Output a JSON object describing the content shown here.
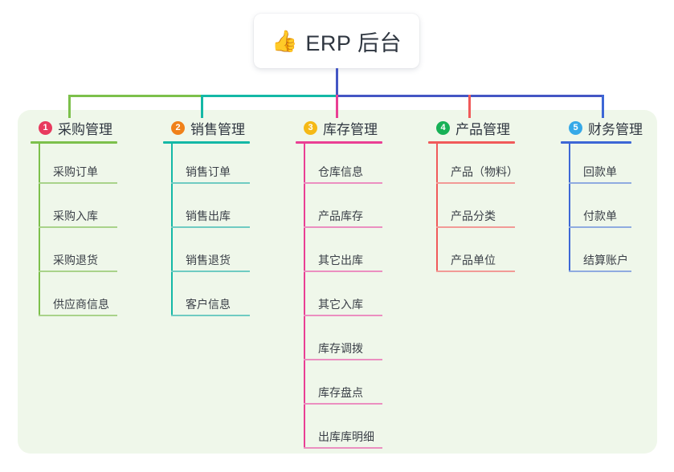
{
  "root": {
    "icon": "thumbs-up-icon",
    "emoji": "👍",
    "title": "ERP 后台"
  },
  "palette": {
    "panel_bg": "#eff7ea",
    "trunk": "#4456c4",
    "text": "#2f3640",
    "leaf_text": "#3a3f47"
  },
  "columns": [
    {
      "index": "1",
      "title": "采购管理",
      "color": "#7cc04b",
      "badge_color": "#e83a5e",
      "leaf_rule_color": "#a9d38a",
      "items": [
        "采购订单",
        "采购入库",
        "采购退货",
        "供应商信息"
      ]
    },
    {
      "index": "2",
      "title": "销售管理",
      "color": "#14b8a6",
      "badge_color": "#f0811a",
      "leaf_rule_color": "#6fcbc2",
      "items": [
        "销售订单",
        "销售出库",
        "销售退货",
        "客户信息"
      ]
    },
    {
      "index": "3",
      "title": "库存管理",
      "color": "#ea3f94",
      "badge_color": "#f5b916",
      "leaf_rule_color": "#eb8fc0",
      "items": [
        "仓库信息",
        "产品库存",
        "其它出库",
        "其它入库",
        "库存调拨",
        "库存盘点",
        "出库库明细"
      ]
    },
    {
      "index": "4",
      "title": "产品管理",
      "color": "#f05a5a",
      "badge_color": "#17b156",
      "leaf_rule_color": "#f29a96",
      "items": [
        "产品（物料）",
        "产品分类",
        "产品单位"
      ]
    },
    {
      "index": "5",
      "title": "财务管理",
      "color": "#3d67d6",
      "badge_color": "#36a9e8",
      "leaf_rule_color": "#8fabe0",
      "items": [
        "回款单",
        "付款单",
        "结算账户"
      ]
    }
  ]
}
